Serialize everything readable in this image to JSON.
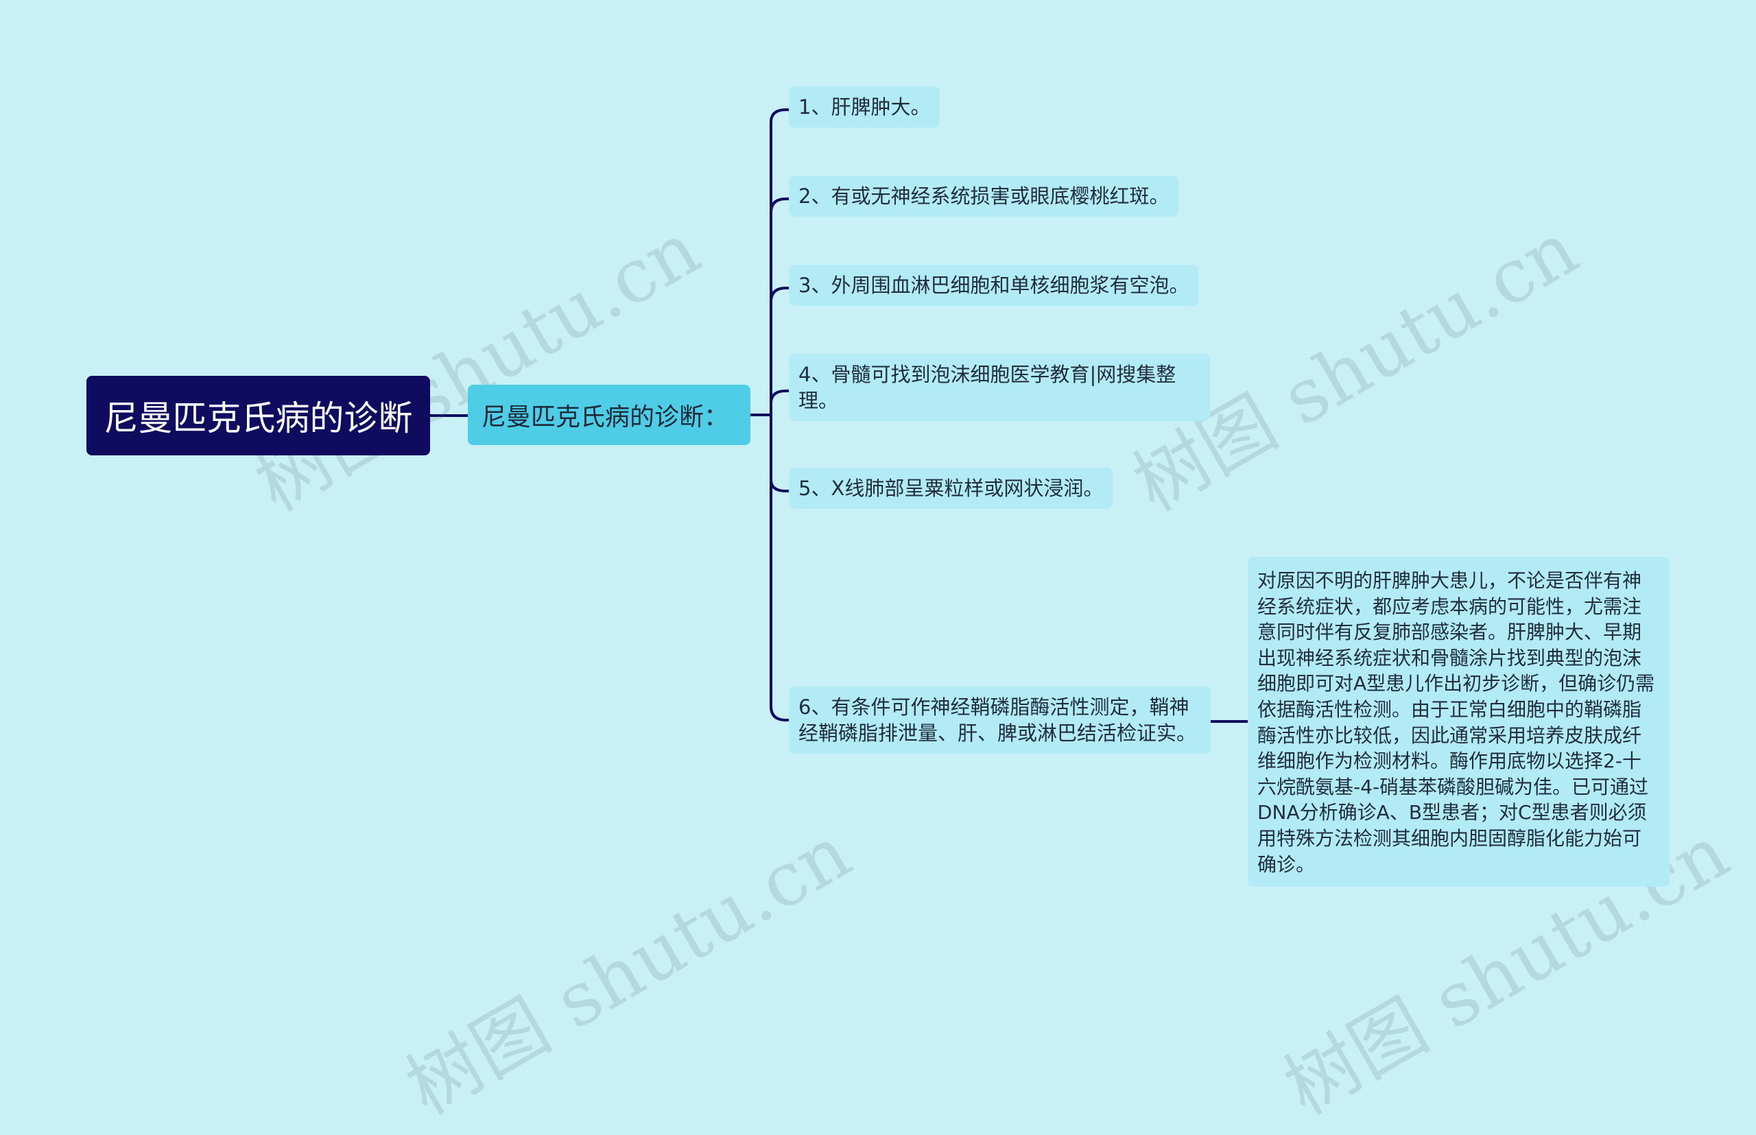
{
  "root": {
    "label": "尼曼匹克氏病的诊断"
  },
  "subtopic": {
    "label": "尼曼匹克氏病的诊断："
  },
  "leaves": [
    {
      "text": "1、肝脾肿大。"
    },
    {
      "text": "2、有或无神经系统损害或眼底樱桃红斑。"
    },
    {
      "text": "3、外周围血淋巴细胞和单核细胞浆有空泡。"
    },
    {
      "text": "4、骨髓可找到泡沫细胞医学教育|网搜集整理。"
    },
    {
      "text": "5、X线肺部呈粟粒样或网状浸润。"
    },
    {
      "text": "6、有条件可作神经鞘磷脂酶活性测定，鞘神经鞘磷脂排泄量、肝、脾或淋巴结活检证实。"
    }
  ],
  "detail": {
    "text": "对原因不明的肝脾肿大患儿，不论是否伴有神经系统症状，都应考虑本病的可能性，尤需注意同时伴有反复肺部感染者。肝脾肿大、早期出现神经系统症状和骨髓涂片找到典型的泡沫细胞即可对A型患儿作出初步诊断，但确诊仍需依据酶活性检测。由于正常白细胞中的鞘磷脂酶活性亦比较低，因此通常采用培养皮肤成纤维细胞作为检测材料。酶作用底物以选择2-十六烷酰氨基-4-硝基苯磷酸胆碱为佳。已可通过DNA分析确诊A、B型患者；对C型患者则必须用特殊方法检测其细胞内胆固醇脂化能力始可确诊。"
  },
  "watermark": {
    "text": "树图 shutu.cn"
  },
  "colors": {
    "background": "#caf0f7",
    "root_fill": "#0f0b5e",
    "subtopic_fill": "#4fcde6",
    "leaf_fill": "#b2ebf5",
    "connector": "#0f0b5e"
  }
}
